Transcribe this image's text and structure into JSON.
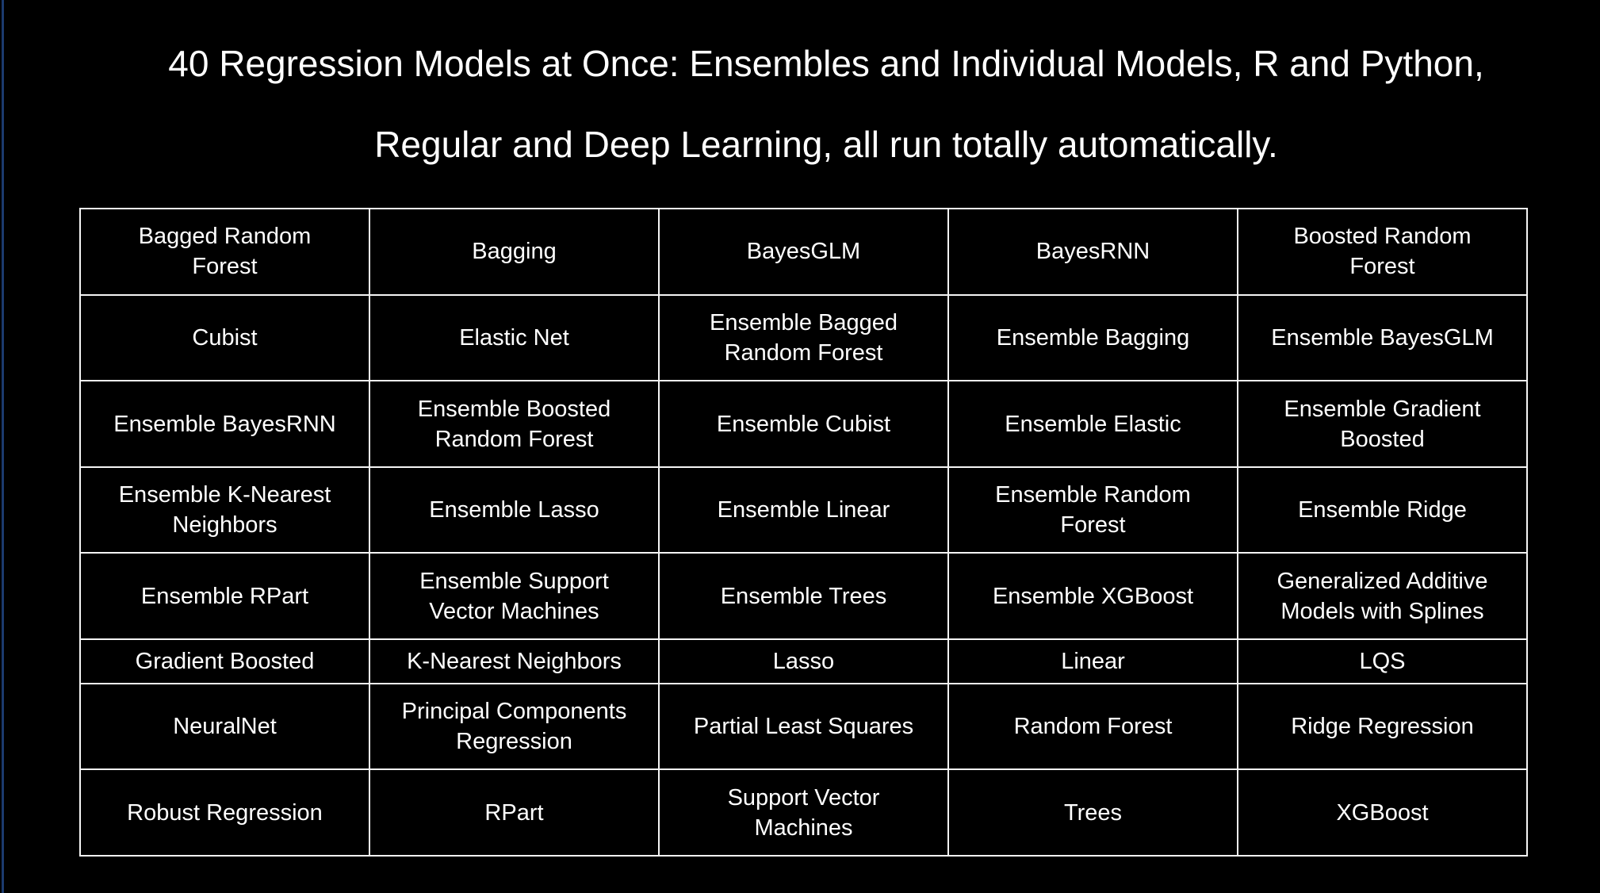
{
  "page": {
    "background_color": "#000000",
    "accent_line_color": "#1b3a6e",
    "text_color": "#ffffff",
    "table_border_color": "#f5f5f5"
  },
  "title": {
    "line1": "40 Regression Models at Once: Ensembles and Individual Models, R and Python,",
    "line2": "Regular and Deep Learning, all run totally automatically."
  },
  "table": {
    "rows": [
      [
        "Bagged Random Forest",
        "Bagging",
        "BayesGLM",
        "BayesRNN",
        "Boosted Random Forest"
      ],
      [
        "Cubist",
        "Elastic Net",
        "Ensemble Bagged Random Forest",
        "Ensemble Bagging",
        "Ensemble BayesGLM"
      ],
      [
        "Ensemble BayesRNN",
        "Ensemble Boosted Random Forest",
        "Ensemble Cubist",
        "Ensemble Elastic",
        "Ensemble Gradient Boosted"
      ],
      [
        "Ensemble K-Nearest Neighbors",
        "Ensemble Lasso",
        "Ensemble Linear",
        "Ensemble Random Forest",
        "Ensemble Ridge"
      ],
      [
        "Ensemble RPart",
        "Ensemble Support Vector Machines",
        "Ensemble Trees",
        "Ensemble XGBoost",
        "Generalized Additive Models with Splines"
      ],
      [
        "Gradient Boosted",
        "K-Nearest Neighbors",
        "Lasso",
        "Linear",
        "LQS"
      ],
      [
        "NeuralNet",
        "Principal Components Regression",
        "Partial Least Squares",
        "Random Forest",
        "Ridge Regression"
      ],
      [
        "Robust Regression",
        "RPart",
        "Support Vector Machines",
        "Trees",
        "XGBoost"
      ]
    ]
  }
}
